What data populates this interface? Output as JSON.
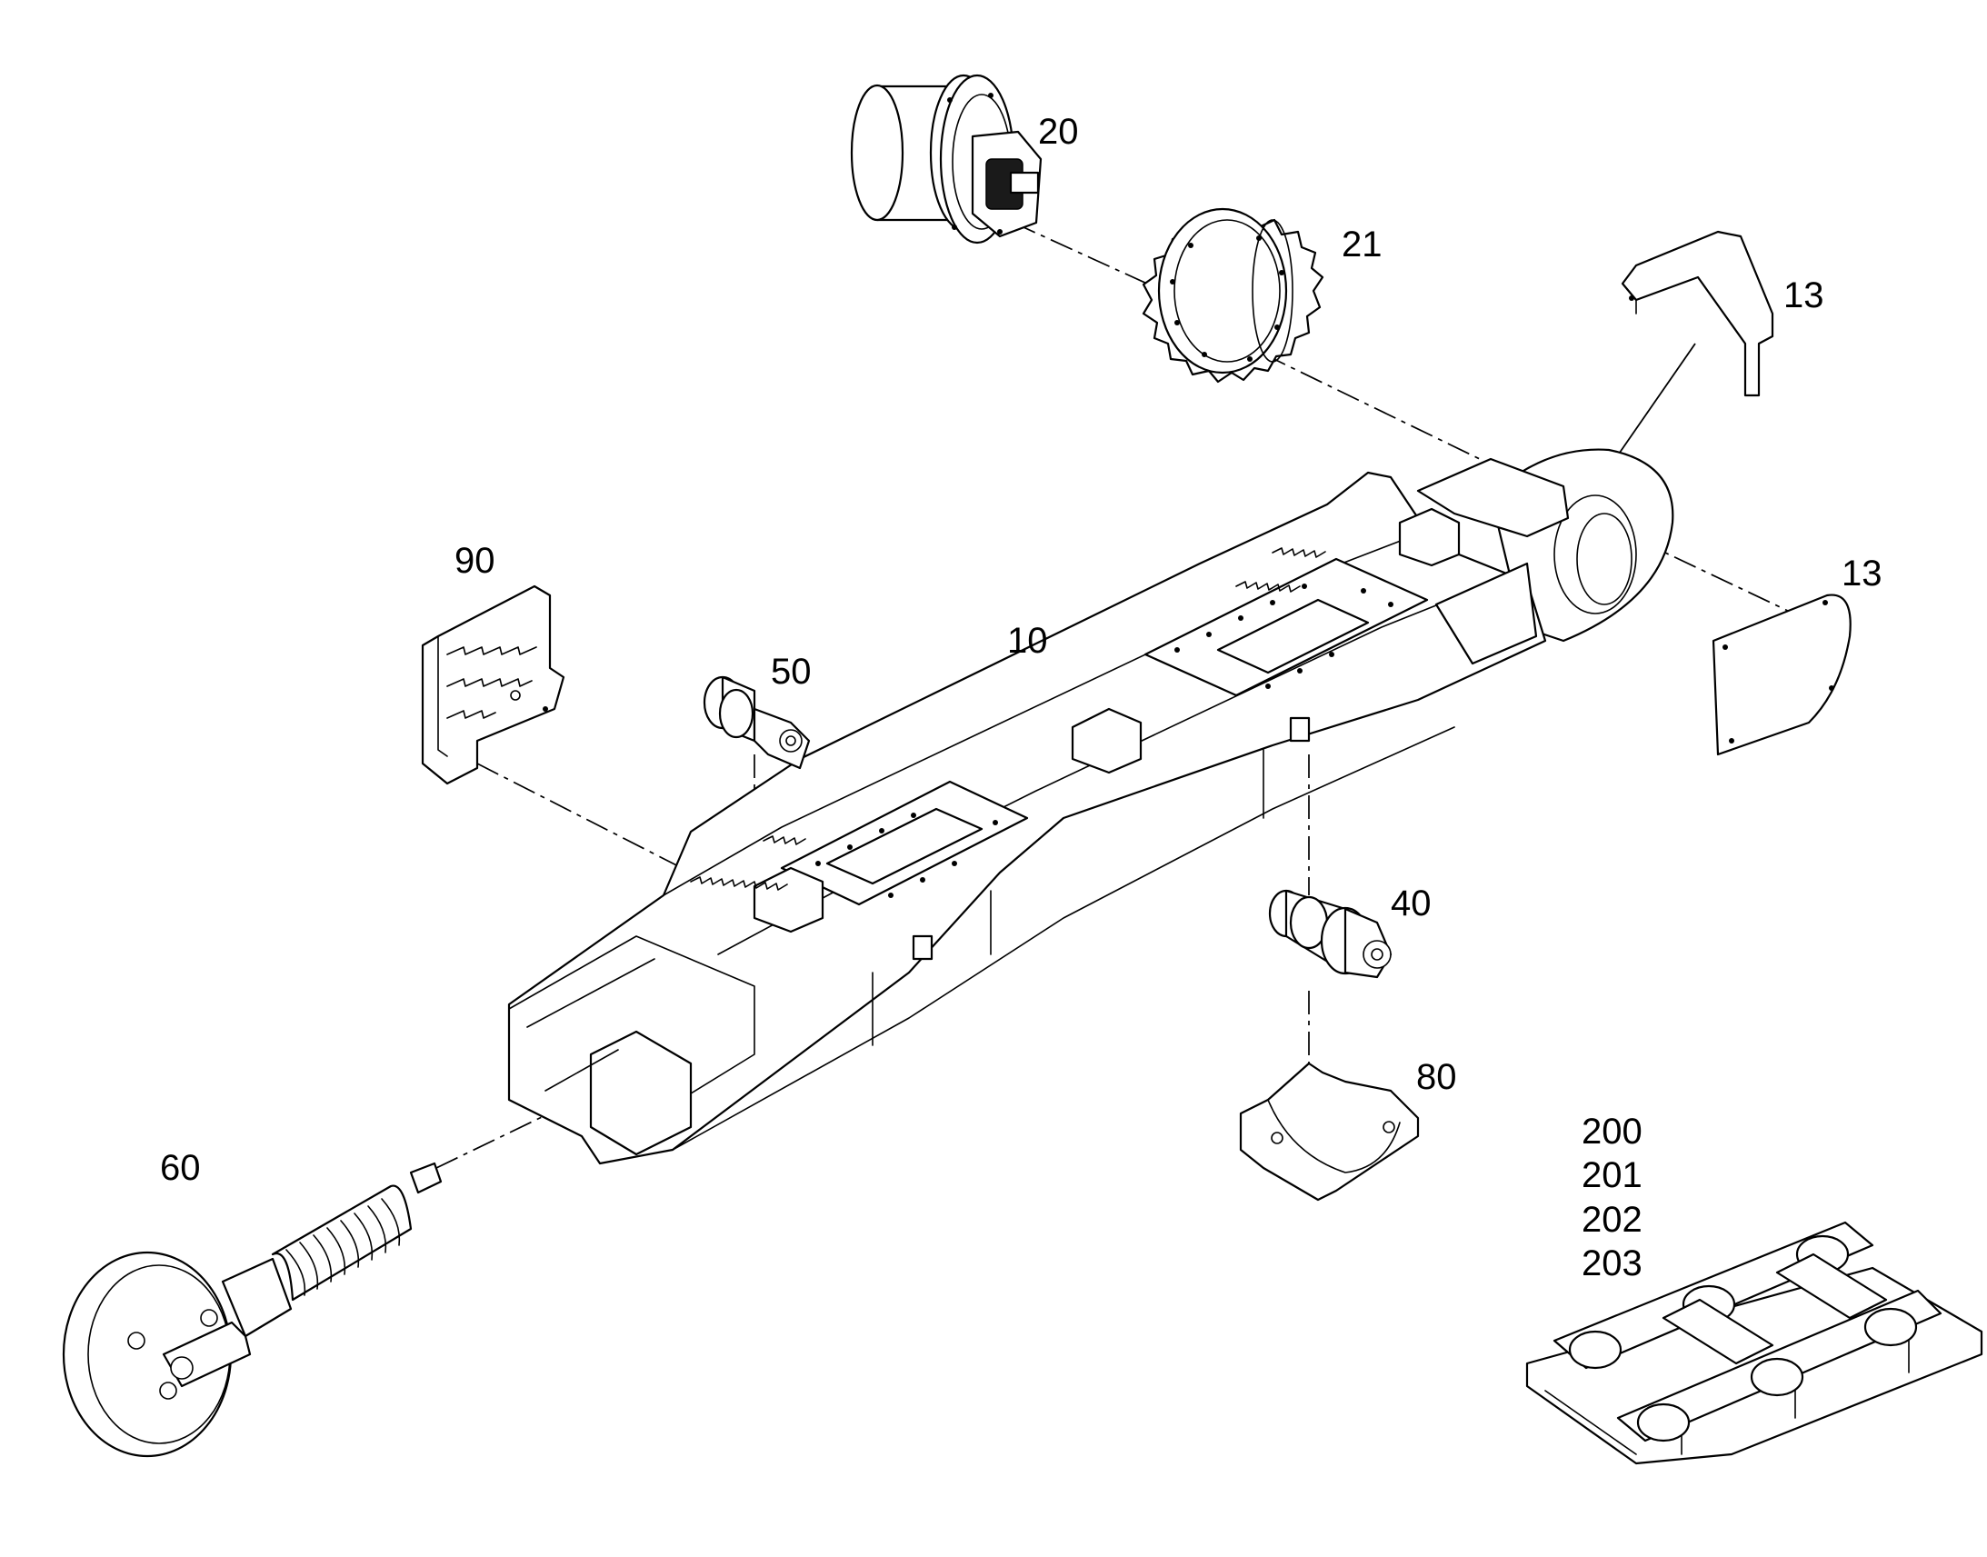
{
  "callouts": {
    "c10": "10",
    "c13a": "13",
    "c13b": "13",
    "c20": "20",
    "c21": "21",
    "c40": "40",
    "c50": "50",
    "c60": "60",
    "c80": "80",
    "c90": "90",
    "c200": "200",
    "c201": "201",
    "c202": "202",
    "c203": "203"
  },
  "colors": {
    "line": "#000000",
    "background": "#ffffff"
  }
}
